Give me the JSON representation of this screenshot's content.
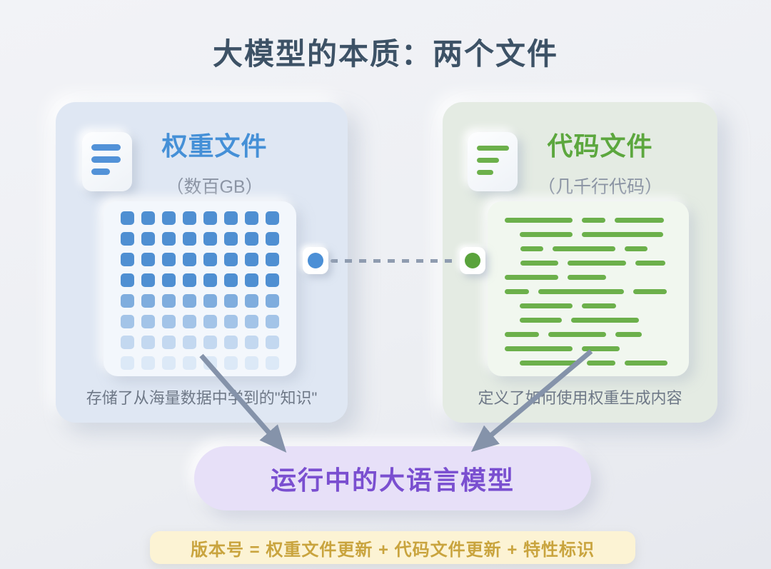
{
  "title": "大模型的本质：两个文件",
  "weights_card": {
    "title": "权重文件",
    "subtitle": "（数百GB）",
    "caption": "存储了从海量数据中学到的\"知识\"",
    "accent_color": "#4590d7",
    "icon": "document-lines-icon",
    "grid": {
      "rows": 8,
      "cols": 8,
      "row_colors": [
        "#4f8fd2",
        "#4f8fd2",
        "#4f8fd2",
        "#4f8fd2",
        "#7fadde",
        "#a3c4e8",
        "#c3d8f0",
        "#dce9f7"
      ]
    }
  },
  "code_card": {
    "title": "代码文件",
    "subtitle": "（几千行代码）",
    "caption": "定义了如何使用权重生成内容",
    "accent_color": "#5ca73e",
    "icon": "document-lines-icon",
    "code_line_color": "#6cb04b",
    "code_lines": [
      {
        "indent": 24,
        "segments": [
          95,
          33,
          69
        ]
      },
      {
        "indent": 45,
        "segments": [
          74,
          114
        ]
      },
      {
        "indent": 46,
        "segments": [
          32,
          88,
          32
        ]
      },
      {
        "indent": 46,
        "segments": [
          53,
          82,
          42
        ]
      },
      {
        "indent": 24,
        "segments": [
          75,
          54
        ]
      },
      {
        "indent": 24,
        "segments": [
          34,
          120,
          47
        ]
      },
      {
        "indent": 45,
        "segments": [
          74,
          48
        ]
      },
      {
        "indent": 45,
        "segments": [
          59,
          95
        ]
      },
      {
        "indent": 24,
        "segments": [
          48,
          81,
          37
        ]
      },
      {
        "indent": 24,
        "segments": [
          95,
          53
        ]
      },
      {
        "indent": 45,
        "segments": [
          81,
          40,
          60
        ]
      }
    ]
  },
  "connector": {
    "left_dot_color": "#4b8fd6",
    "right_dot_color": "#5aa33c",
    "dash_color": "#8f9cb0"
  },
  "arrow_color": "#8593aa",
  "output_pill": {
    "label": "运行中的大语言模型",
    "text_color": "#7a4fd0",
    "bg_color": "#e7e0f8"
  },
  "version_bar": {
    "label": "版本号 = 权重文件更新 + 代码文件更新 + 特性标识",
    "text_color": "#c9a43e",
    "bg_color": "#fcf3d4"
  }
}
